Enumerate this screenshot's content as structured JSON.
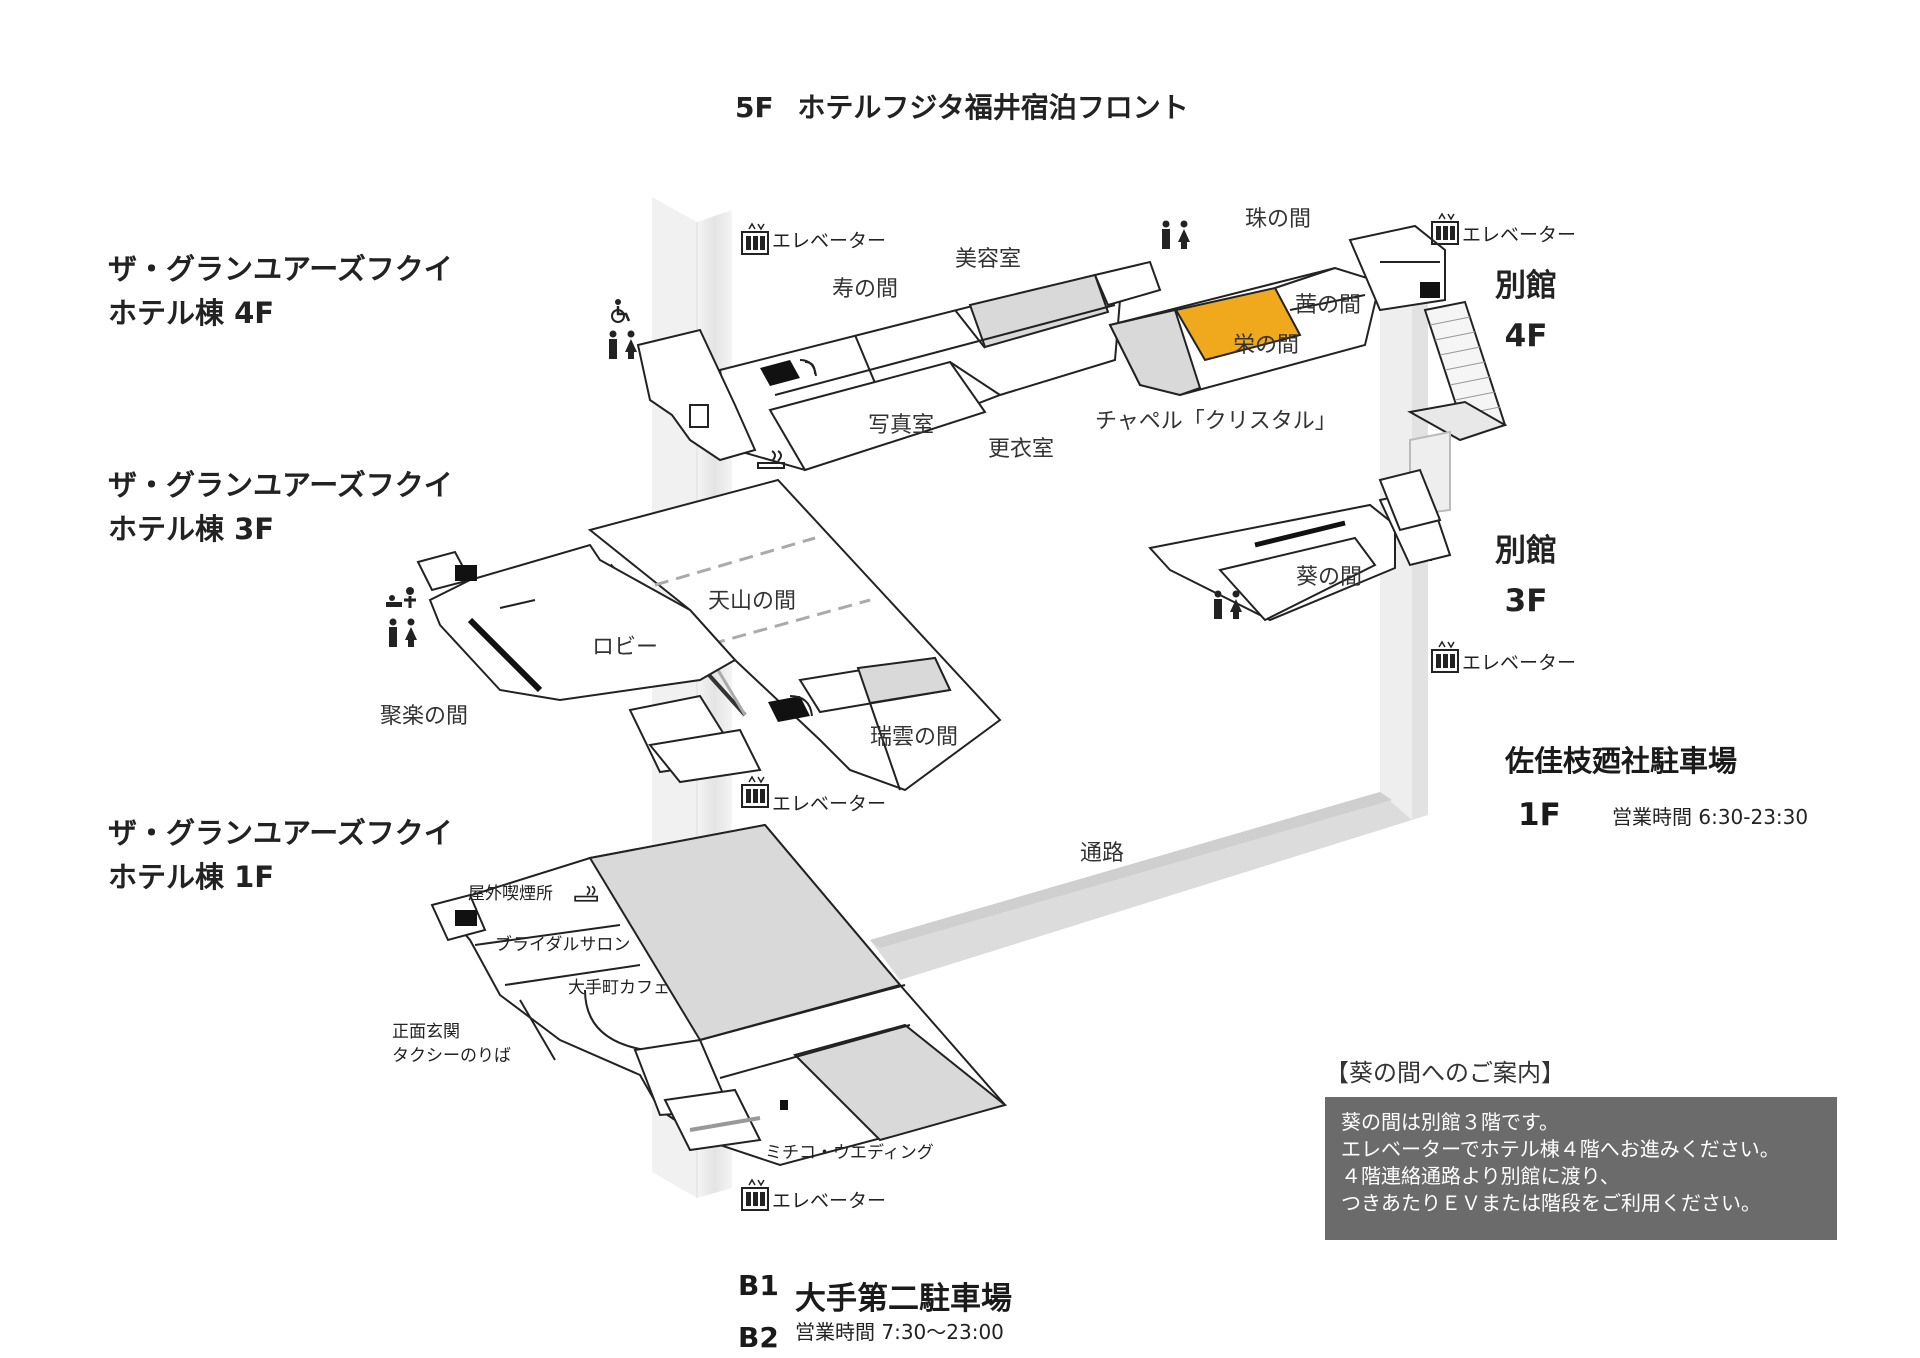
{
  "top_label": {
    "floor": "5F",
    "name": "ホテルフジタ福井宿泊フロント"
  },
  "wings": {
    "f4_line1": "ザ・グランユアーズフクイ",
    "f4_line2": "ホテル棟 4F",
    "f3_line1": "ザ・グランユアーズフクイ",
    "f3_line2": "ホテル棟 3F",
    "f1_line1": "ザ・グランユアーズフクイ",
    "f1_line2": "ホテル棟 1F"
  },
  "annex": {
    "f4_line1": "別館",
    "f4_line2": "4F",
    "f3_line1": "別館",
    "f3_line2": "3F"
  },
  "elevator_label": "エレベーター",
  "rooms": {
    "kotobuki": "寿の間",
    "biyoushitsu": "美容室",
    "tama": "珠の間",
    "akane": "茜の間",
    "sakae": "栄の間",
    "shashinshitsu": "写真室",
    "kouishitsu": "更衣室",
    "chapel": "チャペル「クリスタル」",
    "tenzan": "天山の間",
    "lobby": "ロビー",
    "juraku": "聚楽の間",
    "zuiun": "瑞雲の間",
    "aoi": "葵の間",
    "tsuro": "通路",
    "smoking": "屋外喫煙所",
    "bridal": "ブライダルサロン",
    "cafe": "大手町カフェ",
    "entrance_line1": "正面玄関",
    "entrance_line2": "タクシーのりば",
    "michiko": "ミチコ・ウエディング"
  },
  "parking_1f": {
    "name": "佐佳枝廼社駐車場",
    "floor": "1F",
    "hours": "営業時間  6:30-23:30"
  },
  "parking_b": {
    "floor1": "B1",
    "floor2": "B2",
    "name": "大手第二駐車場",
    "hours": "営業時間  7:30〜23:00"
  },
  "info": {
    "title": "【葵の間へのご案内】",
    "lines": [
      "葵の間は別館３階です。",
      "エレベーターでホテル棟４階へお進みください。",
      "４階連絡通路より別館に渡り、",
      "つきあたりＥＶまたは階段をご利用ください。"
    ]
  },
  "colors": {
    "highlight": "#f0a81c",
    "grey_room": "#d9d9d9",
    "shaft": "#ededed",
    "info_bg": "#6b6b6b",
    "wall": "#222222"
  },
  "icons": [
    "elevator-icon",
    "restroom-icon",
    "wheelchair-icon",
    "smoking-icon",
    "baby-care-icon"
  ]
}
